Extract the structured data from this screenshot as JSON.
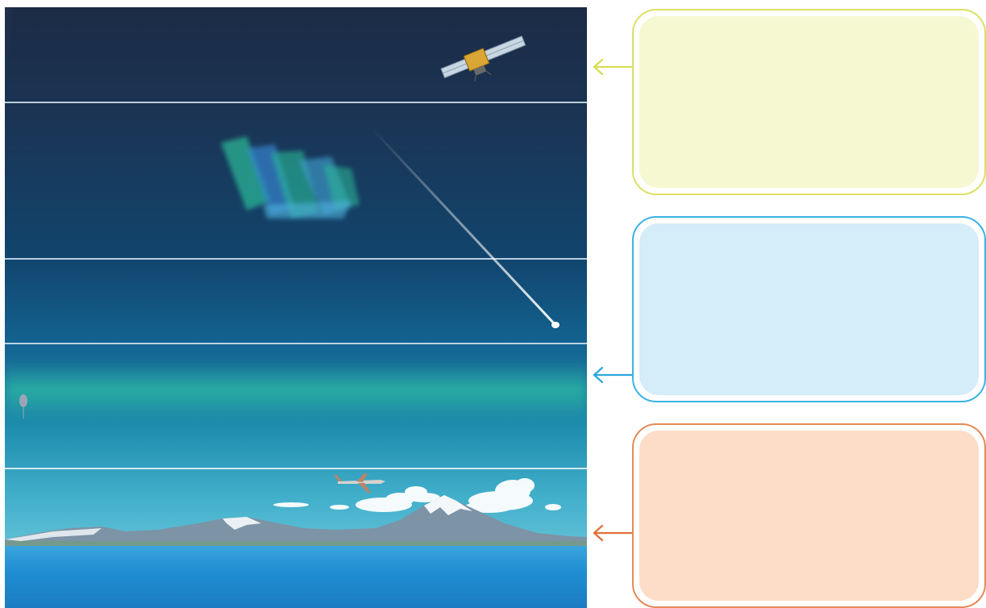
{
  "colors": {
    "top_box_border": "#dde064",
    "top_box_fill": "#f6f8d2",
    "middle_box_border": "#3cb3e4",
    "middle_box_fill": "#d5ecf9",
    "bottom_box_border": "#e58a5a",
    "bottom_box_fill": "#fddcc8",
    "sky_dark": "#1a2a44",
    "sky_mid": "#0f4a74",
    "sky_light": "#4bb2cf",
    "ocean": "#1f8fd2"
  },
  "scene_objects": [
    "satellite-icon",
    "aurora",
    "meteor-trail",
    "weather-balloon-icon",
    "airplane-icon",
    "clouds",
    "mountains",
    "ocean"
  ],
  "boxes": [
    {
      "id": "top",
      "text": ""
    },
    {
      "id": "middle",
      "text": ""
    },
    {
      "id": "bottom",
      "text": ""
    }
  ]
}
